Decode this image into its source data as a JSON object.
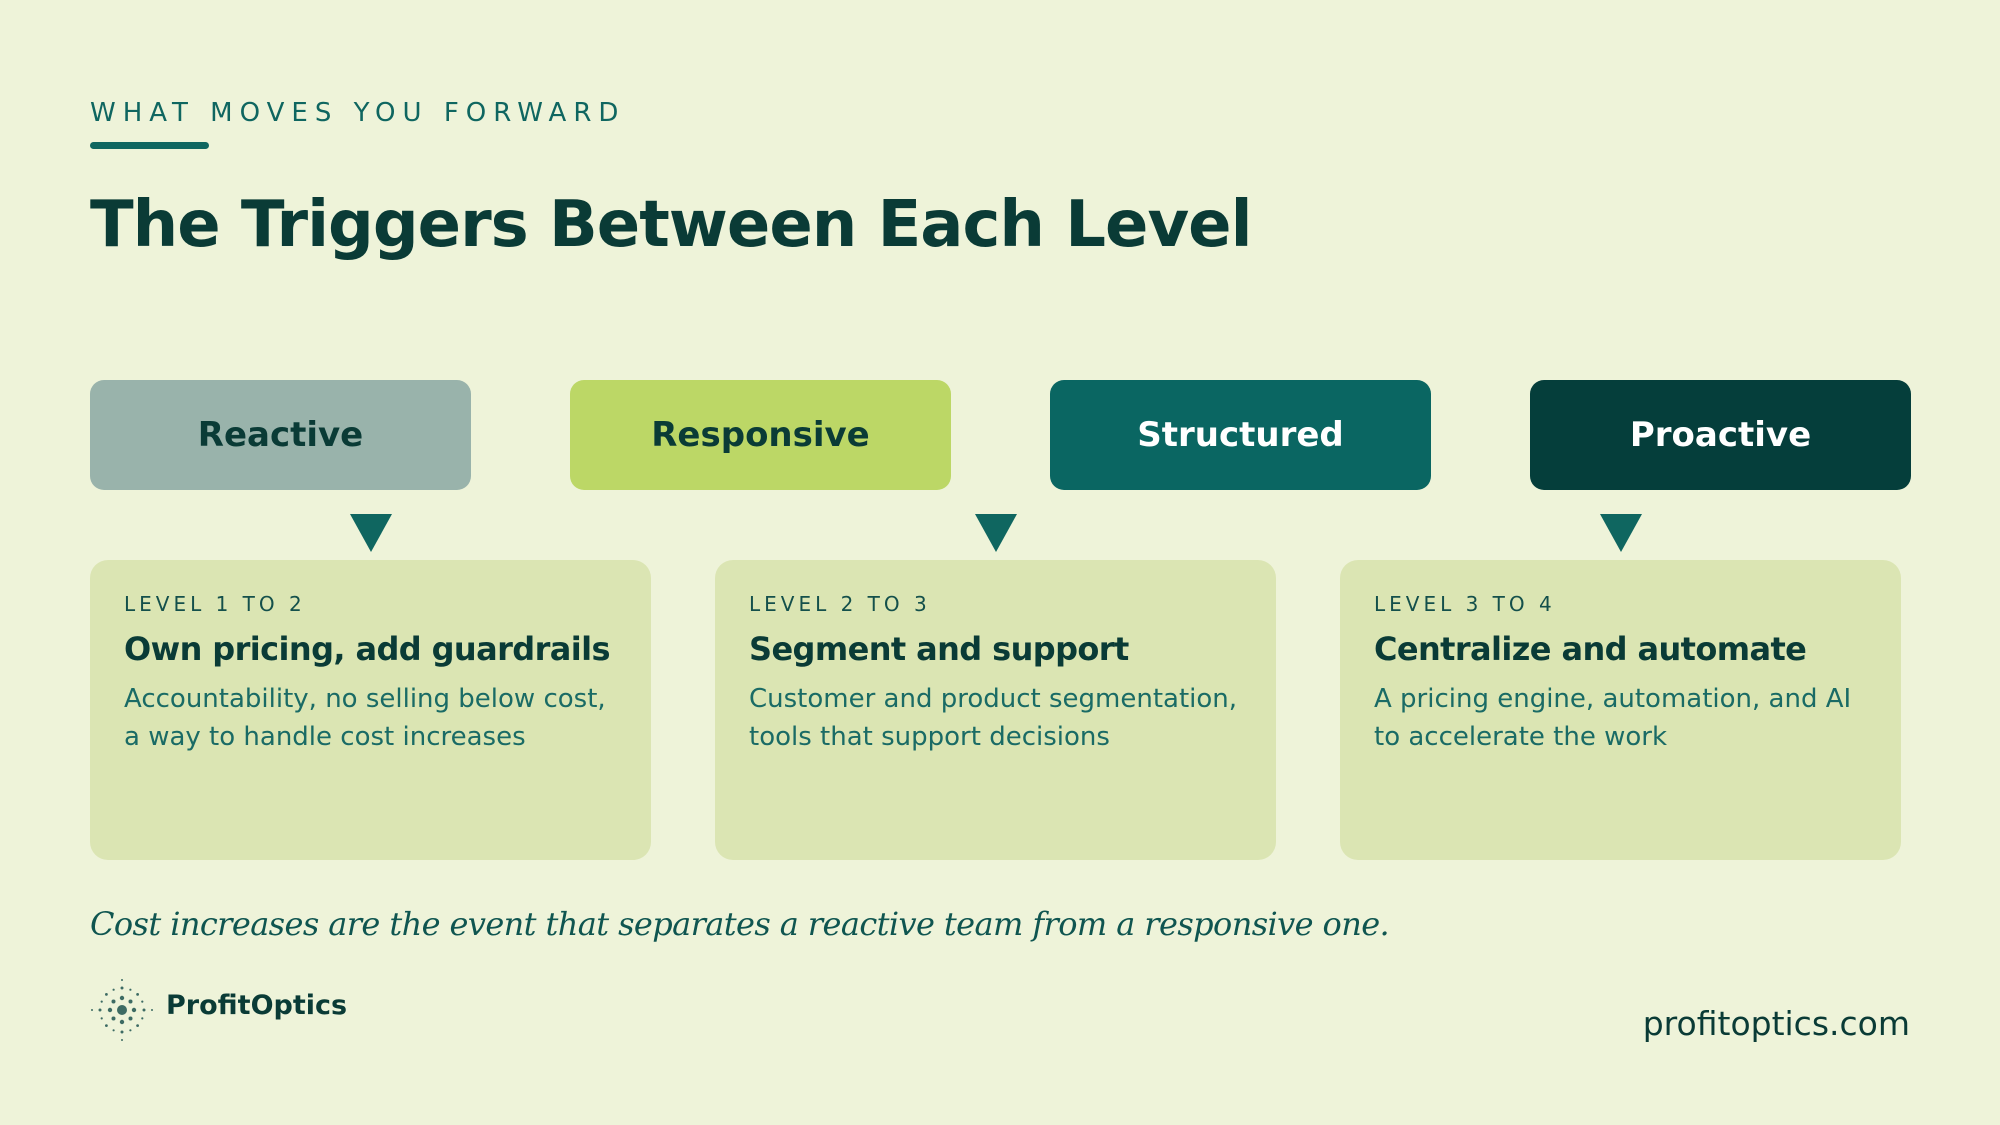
{
  "header": {
    "eyebrow": "WHAT MOVES YOU FORWARD",
    "title": "The Triggers Between Each Level"
  },
  "levels": [
    {
      "label": "Reactive",
      "bg": "#99b3ab",
      "fg": "#0a3b36"
    },
    {
      "label": "Responsive",
      "bg": "#bcd766",
      "fg": "#0a3b36"
    },
    {
      "label": "Structured",
      "bg": "#0a6662",
      "fg": "#ffffff"
    },
    {
      "label": "Proactive",
      "bg": "#053e3b",
      "fg": "#ffffff"
    }
  ],
  "triggers": [
    {
      "eyebrow": "LEVEL 1 TO 2",
      "heading": "Own pricing, add guardrails",
      "text": "Accountability, no selling below cost, a way to handle cost increases"
    },
    {
      "eyebrow": "LEVEL 2 TO 3",
      "heading": "Segment and support",
      "text": "Customer and product segmentation, tools that support decisions"
    },
    {
      "eyebrow": "LEVEL 3 TO 4",
      "heading": "Centralize and automate",
      "text": "A pricing engine, automation, and AI to accelerate the work"
    }
  ],
  "footnote": "Cost increases are the event that separates a reactive team from a responsive one.",
  "footer": {
    "brand": "ProfitOptics",
    "logo_icon": "radial-dots-logo-icon",
    "website": "profitoptics.com"
  },
  "colors": {
    "background": "#eef3d9",
    "card": "#dbe5b3",
    "accent": "#0f6660",
    "dark": "#0a3b36"
  }
}
